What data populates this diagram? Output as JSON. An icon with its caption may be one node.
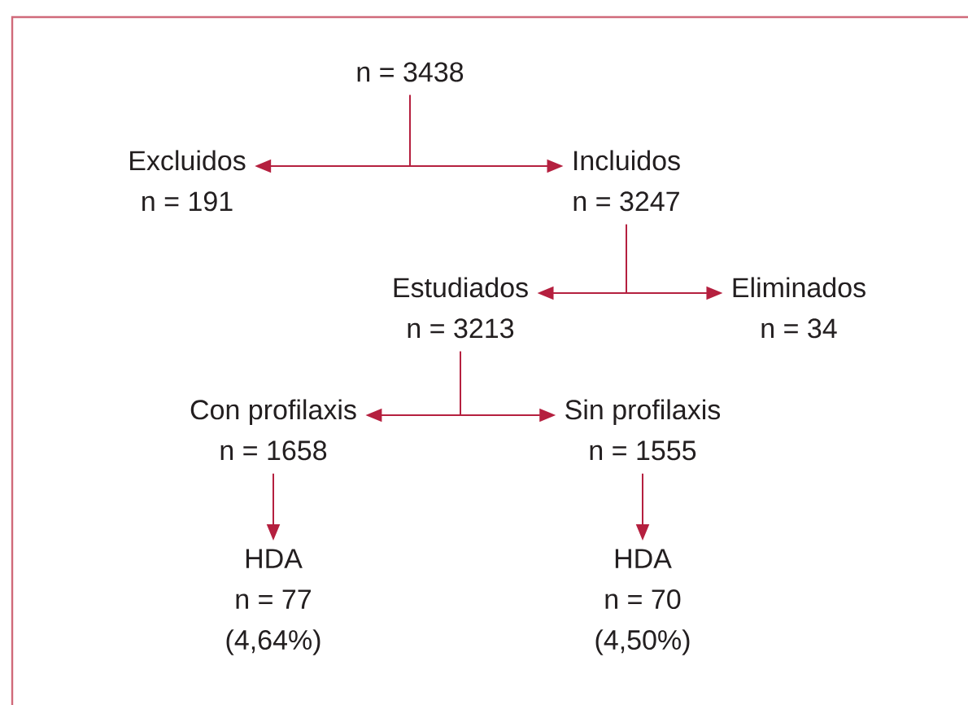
{
  "diagram": {
    "nodes": [
      {
        "text": [
          "n = 3438"
        ]
      },
      {
        "text": [
          "Excluidos",
          "n = 191"
        ]
      },
      {
        "text": [
          "Incluidos",
          "n = 3247"
        ]
      },
      {
        "text": [
          "Estudiados",
          "n = 3213"
        ]
      },
      {
        "text": [
          "Eliminados",
          "n = 34"
        ]
      },
      {
        "text": [
          "Con profilaxis",
          "n = 1658"
        ]
      },
      {
        "text": [
          "Sin profilaxis",
          "n = 1555"
        ]
      },
      {
        "text": [
          "HDA",
          "n = 77",
          "(4,64%)"
        ]
      },
      {
        "text": [
          "HDA",
          "n = 70",
          "(4,50%)"
        ]
      }
    ],
    "edges": [
      {
        "from": 0,
        "to": 1,
        "arrow": "to"
      },
      {
        "from": 0,
        "to": 2,
        "arrow": "to"
      },
      {
        "from": 2,
        "to": 3,
        "arrow": "to"
      },
      {
        "from": 2,
        "to": 4,
        "arrow": "to"
      },
      {
        "from": 3,
        "to": 5,
        "arrow": "to"
      },
      {
        "from": 3,
        "to": 6,
        "arrow": "to"
      },
      {
        "from": 5,
        "to": 7,
        "arrow": "to"
      },
      {
        "from": 6,
        "to": 8,
        "arrow": "to"
      }
    ]
  }
}
